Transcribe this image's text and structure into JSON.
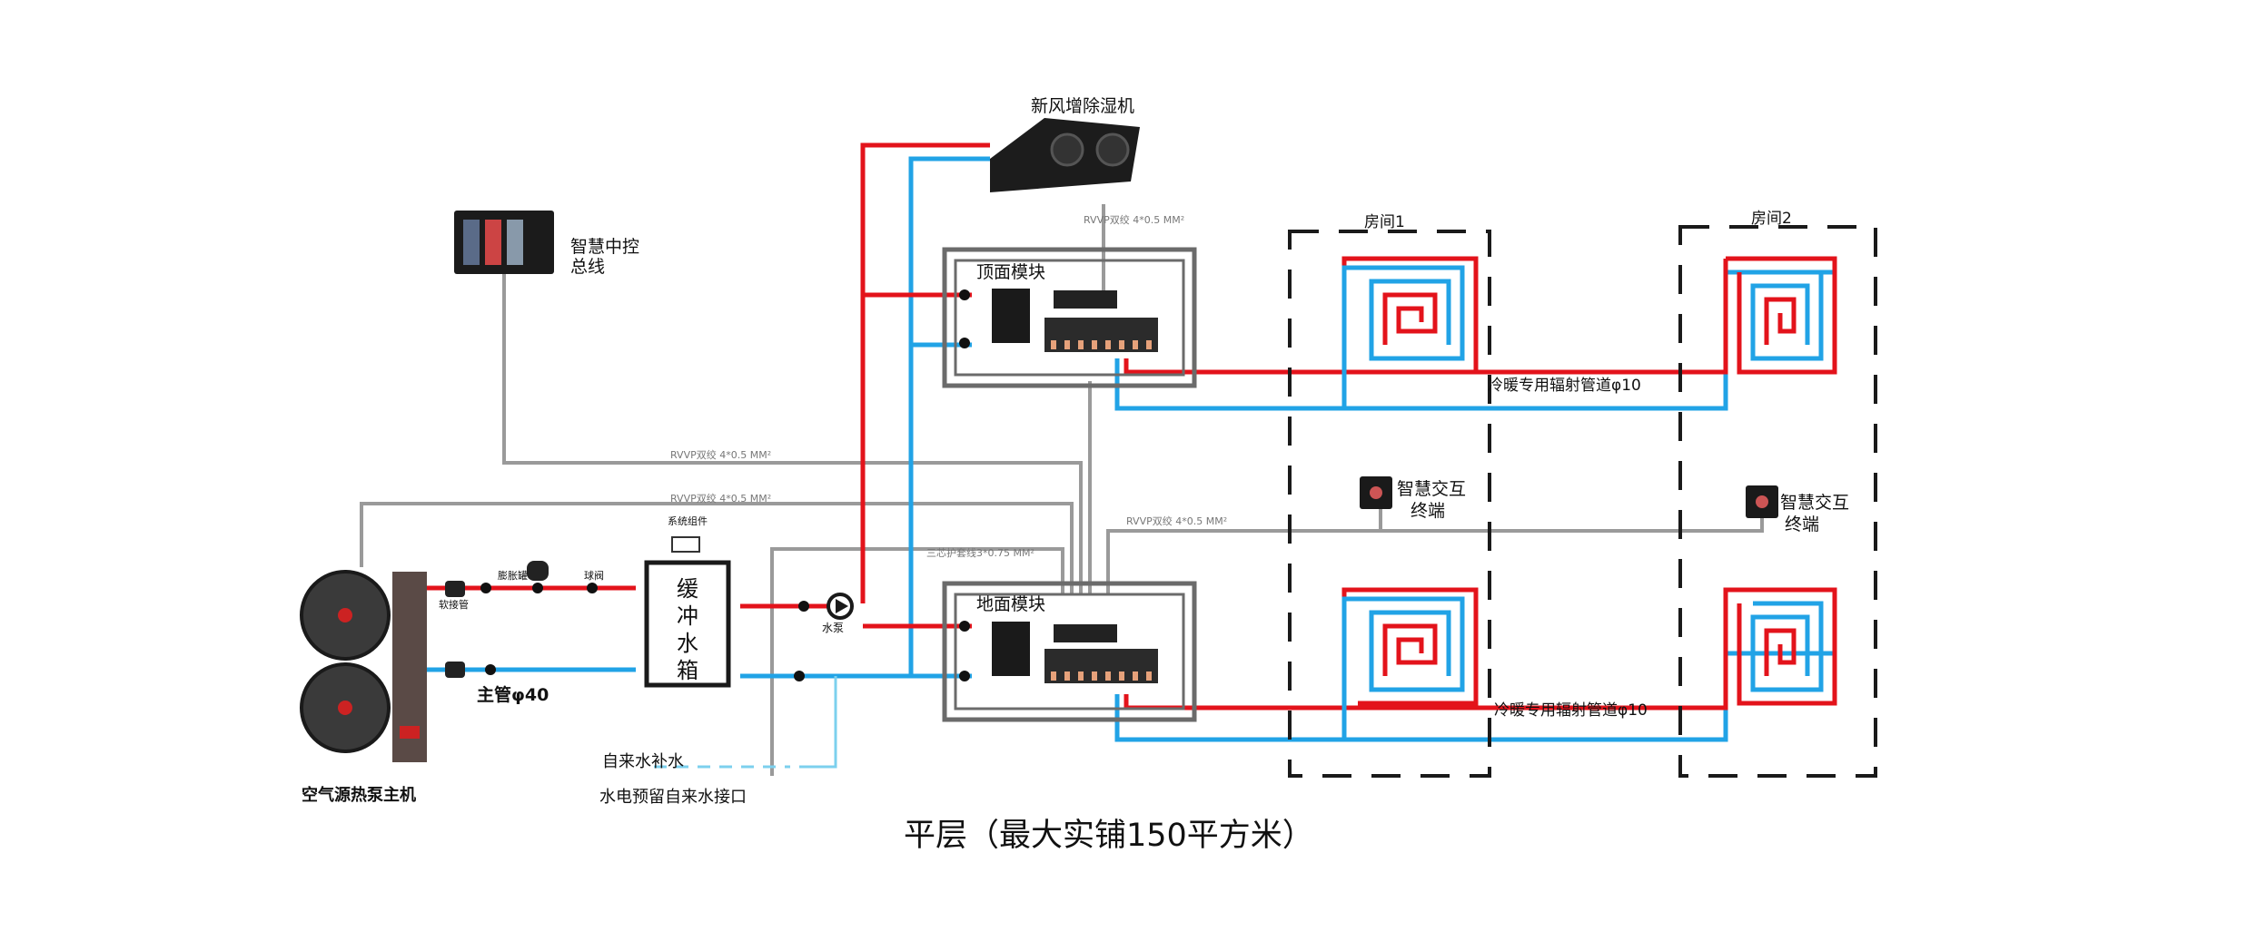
{
  "colors": {
    "hot": "#e3131b",
    "cold": "#21a3e6",
    "signal": "#999999",
    "frame": "#6b6b6b",
    "room_border": "#1a1a1a",
    "text": "#111111"
  },
  "labels": {
    "fresh_air_unit": "新风增除湿机",
    "smart_control_line1": "智慧中控",
    "smart_control_line2": "总线",
    "top_module": "顶面模块",
    "floor_module": "地面模块",
    "room1": "房间1",
    "room2": "房间2",
    "radiant_pipe_top": "冷暖专用辐射管道φ10",
    "radiant_pipe_bottom": "冷暖专用辐射管道φ10",
    "cable_fresh_air": "RVVP双绞 4*0.5 MM²",
    "cable_top_1": "RVVP双绞 4*0.5 MM²",
    "cable_top_2": "RVVP双绞 4*0.5 MM²",
    "cable_terminal": "RVVP双绞 4*0.5 MM²",
    "cable_pump": "三芯护套线3*0.75 MM²",
    "terminal1_line1": "智慧交互",
    "terminal1_line2": "终端",
    "terminal2_line1": "智慧交互",
    "terminal2_line2": "终端",
    "system_component": "系统组件",
    "expansion_tank": "膨胀罐",
    "ball_valve": "球阀",
    "soft_joint": "软接管",
    "buffer_tank_1": "缓",
    "buffer_tank_2": "冲",
    "buffer_tank_3": "水",
    "buffer_tank_4": "箱",
    "water_pump": "水泵",
    "main_pipe": "主管φ40",
    "heat_pump": "空气源热泵主机",
    "tap_water_makeup": "自来水补水",
    "tap_water_interface": "水电预留自来水接口",
    "main_title": "平层（最大实铺150平方米）"
  }
}
